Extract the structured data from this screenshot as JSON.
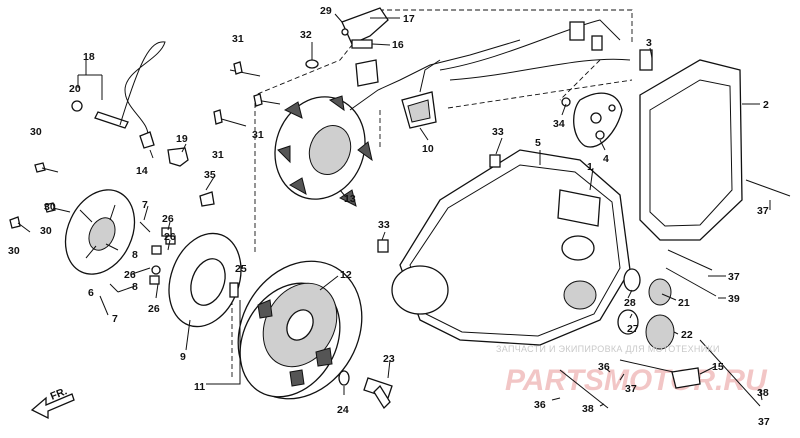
{
  "labels": {
    "p1": "1",
    "p2": "2",
    "p3": "3",
    "p4": "4",
    "p5": "5",
    "p6": "6",
    "p7a": "7",
    "p7b": "7",
    "p8a": "8",
    "p8b": "8",
    "p9": "9",
    "p10": "10",
    "p11": "11",
    "p12": "12",
    "p13": "13",
    "p14": "14",
    "p15": "15",
    "p16": "16",
    "p17": "17",
    "p18": "18",
    "p19": "19",
    "p20": "20",
    "p21": "21",
    "p22": "22",
    "p23": "23",
    "p24": "24",
    "p25": "25",
    "p26a": "26",
    "p26b": "26",
    "p26c": "26",
    "p27": "27",
    "p28": "28",
    "p29": "29",
    "p30a": "30",
    "p30b": "30",
    "p31a": "31",
    "p31b": "31",
    "p31c": "31",
    "p32": "32",
    "p33a": "33",
    "p33b": "33",
    "p34": "34",
    "p35": "35",
    "p36a": "36",
    "p36b": "36",
    "p37a": "37",
    "p37b": "37",
    "p37c": "37",
    "p37d": "37",
    "p38a": "38",
    "p38b": "38",
    "p39": "39"
  },
  "front_marker": "FR.",
  "watermark_text": "ЗАПЧАСТИ И ЭКИПИРОВКА ДЛЯ МОТОТЕХНИКИ",
  "watermark_logo": "PARTSMOTOR.RU"
}
